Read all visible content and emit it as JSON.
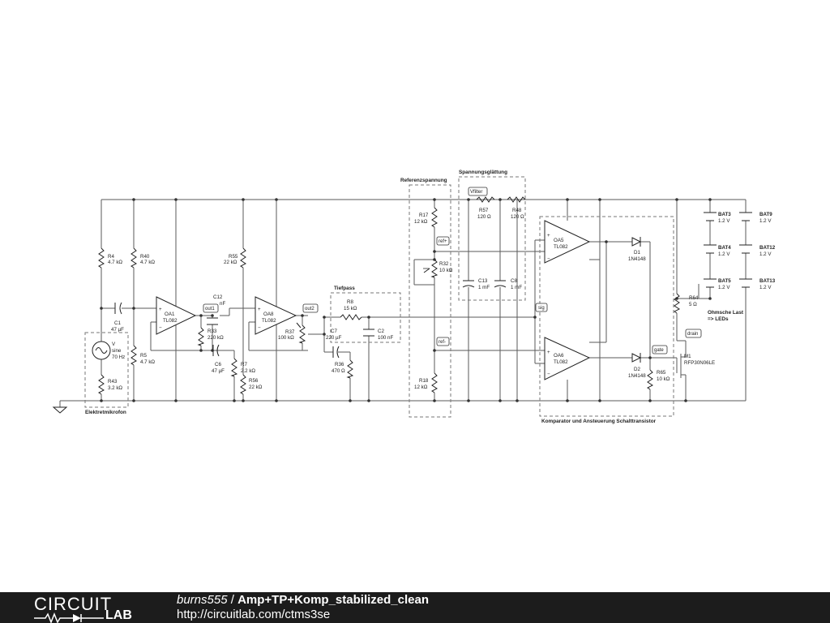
{
  "colors": {
    "footer_bg": "#1c1c1c",
    "wire": "#5a5a5a",
    "background": "#ffffff"
  },
  "footer": {
    "logo_top": "CIRCUIT",
    "logo_bottom": "LAB",
    "user": "burns555",
    "separator": " / ",
    "circuit_name": "Amp+TP+Komp_stabilized_clean",
    "url": "http://circuitlab.com/ctms3se"
  },
  "sections": {
    "mic": "Elektretmikrofon",
    "lowpass": "Tiefpass",
    "reference": "Referenzspannung",
    "smoothing": "Spannungsglättung",
    "comparator": "Komparator und Ansteuerung Schalttransistor",
    "load_1": "Ohmsche Last",
    "load_2": "=> LEDs"
  },
  "signals": {
    "out1": "out1",
    "out2": "out2",
    "ref_plus": "ref+",
    "ref_minus": "ref-",
    "sig": "sig",
    "vfilter": "Vfilter",
    "gate": "gate",
    "drain": "drain"
  },
  "components": {
    "R4": [
      "R4",
      "4.7 kΩ"
    ],
    "R40": [
      "R40",
      "4.7 kΩ"
    ],
    "R5": [
      "R5",
      "4.7 kΩ"
    ],
    "R43": [
      "R43",
      "3.2 kΩ"
    ],
    "C1": [
      "C1",
      "47 µF"
    ],
    "V": [
      "V",
      "sine",
      "70 Hz"
    ],
    "OA1": [
      "OA1",
      "TL082"
    ],
    "OA8": [
      "OA8",
      "TL082"
    ],
    "OA5": [
      "OA5",
      "TL082"
    ],
    "OA6": [
      "OA6",
      "TL082"
    ],
    "C12": [
      "C12",
      "nF"
    ],
    "R33": [
      "R33",
      "220 kΩ"
    ],
    "C6": [
      "C6",
      "47 µF"
    ],
    "R7": [
      "R7",
      "2.2 kΩ"
    ],
    "R55": [
      "R55",
      "22 kΩ"
    ],
    "R56": [
      "R56",
      "22 kΩ"
    ],
    "R37": [
      "R37",
      "100 kΩ"
    ],
    "R8": [
      "R8",
      "15 kΩ"
    ],
    "C7": [
      "C7",
      "220 µF"
    ],
    "C2": [
      "C2",
      "100 nF"
    ],
    "R36": [
      "R36",
      "470 Ω"
    ],
    "R17": [
      "R17",
      "12 kΩ"
    ],
    "R32": [
      "R32",
      "10 kΩ"
    ],
    "R18": [
      "R18",
      "12 kΩ"
    ],
    "R57": [
      "R57",
      "120 Ω"
    ],
    "R48": [
      "R48",
      "120 Ω"
    ],
    "C13": [
      "C13",
      "1 mF"
    ],
    "C8": [
      "C8",
      "1 mF"
    ],
    "D1": [
      "D1",
      "1N4148"
    ],
    "D2": [
      "D2",
      "1N4148"
    ],
    "R65": [
      "R65",
      "10 kΩ"
    ],
    "R64": [
      "R64",
      "5 Ω"
    ],
    "M1": [
      "M1",
      "RFP30N06LE"
    ],
    "BAT3": [
      "BAT3",
      "1.2 V"
    ],
    "BAT4": [
      "BAT4",
      "1.2 V"
    ],
    "BAT5": [
      "BAT5",
      "1.2 V"
    ],
    "BAT9": [
      "BAT9",
      "1.2 V"
    ],
    "BAT12": [
      "BAT12",
      "1.2 V"
    ],
    "BAT13": [
      "BAT13",
      "1.2 V"
    ]
  }
}
